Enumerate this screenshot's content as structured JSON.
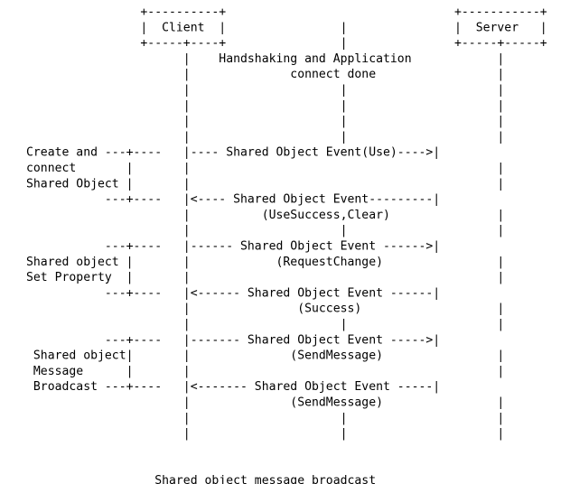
{
  "diagram": {
    "type": "ascii-sequence-diagram",
    "participants": [
      "Client",
      "Server"
    ],
    "lines": [
      "                +----------+                                +-----------+",
      "                |  Client  |                |               |  Server   |",
      "                +-----+----+                |               +-----+-----+",
      "                      |    Handshaking and Application            |",
      "                      |              connect done                 |",
      "                      |                     |                     |",
      "                      |                     |                     |",
      "                      |                     |                     |",
      "                      |                     |                     |",
      "Create and ---+----   |---- Shared Object Event(Use)---->|",
      "connect       |       |                                           |",
      "Shared Object |       |                                           |",
      "           ---+----   |<---- Shared Object Event---------|",
      "                      |          (UseSuccess,Clear)               |",
      "                      |                     |                     |",
      "           ---+----   |------ Shared Object Event ------>|",
      "Shared object |       |            (RequestChange)                |",
      "Set Property  |       |                                           |",
      "           ---+----   |<------ Shared Object Event ------|",
      "                      |               (Success)                   |",
      "                      |                     |                     |",
      "           ---+----   |------- Shared Object Event ----->|",
      " Shared object|       |              (SendMessage)                |",
      " Message      |       |                                           |",
      " Broadcast ---+----   |<------- Shared Object Event -----|",
      "                      |              (SendMessage)                |",
      "                      |                     |                     |",
      "                      |                     |                     |",
      "",
      "",
      "                  Shared object message broadcast"
    ]
  }
}
